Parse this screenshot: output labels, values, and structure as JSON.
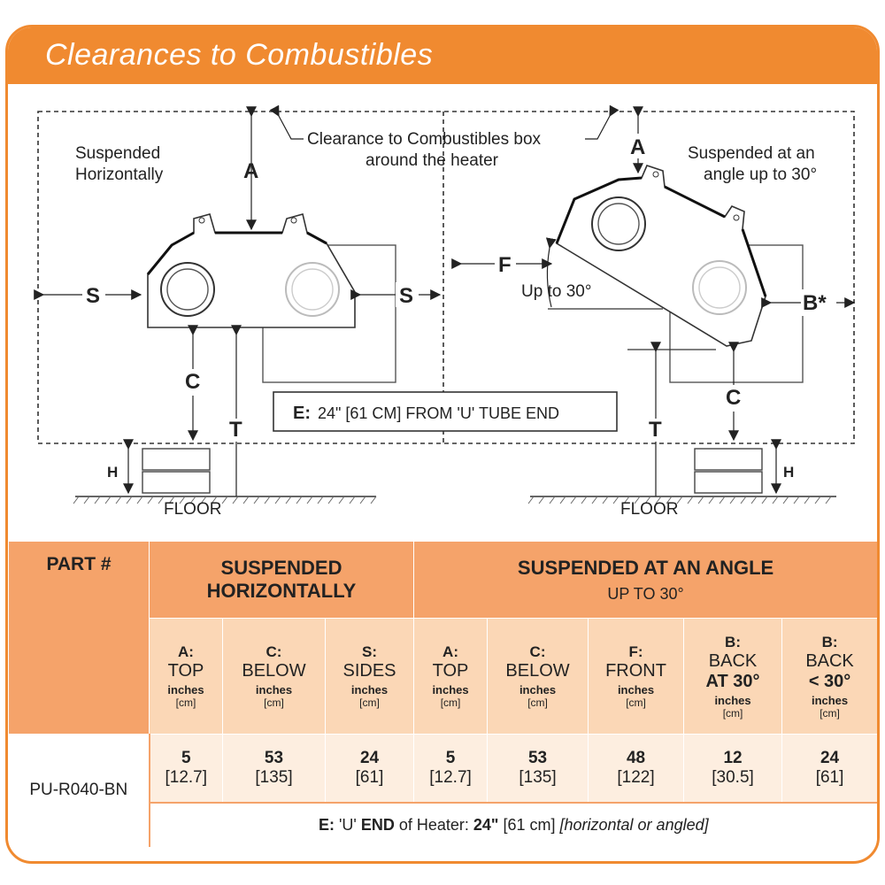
{
  "header": {
    "title": "Clearances to Combustibles"
  },
  "diagram": {
    "left_caption": [
      "Suspended",
      "Horizontally"
    ],
    "center_caption": [
      "Clearance to Combustibles box",
      "around the heater"
    ],
    "right_caption": [
      "Suspended at an",
      "angle up to 30°"
    ],
    "labels": {
      "A": "A",
      "S": "S",
      "C": "C",
      "T": "T",
      "H": "H",
      "F": "F",
      "B": "B*",
      "floor": "FLOOR",
      "up_to_30": "Up to 30°"
    },
    "e_box": {
      "prefix": "E:",
      "text": "24\" [61 CM] FROM 'U' TUBE END"
    }
  },
  "table": {
    "part_header": "PART #",
    "group_horizontal": [
      "SUSPENDED",
      "HORIZONTALLY"
    ],
    "group_angle": "SUSPENDED AT AN ANGLE",
    "group_angle_sub": "UP TO 30°",
    "columns": [
      {
        "key": "A:",
        "name": "TOP",
        "extra": "",
        "unit": "inches",
        "cm": "[cm]"
      },
      {
        "key": "C:",
        "name": "BELOW",
        "extra": "",
        "unit": "inches",
        "cm": "[cm]"
      },
      {
        "key": "S:",
        "name": "SIDES",
        "extra": "",
        "unit": "inches",
        "cm": "[cm]"
      },
      {
        "key": "A:",
        "name": "TOP",
        "extra": "",
        "unit": "inches",
        "cm": "[cm]"
      },
      {
        "key": "C:",
        "name": "BELOW",
        "extra": "",
        "unit": "inches",
        "cm": "[cm]"
      },
      {
        "key": "F:",
        "name": "FRONT",
        "extra": "",
        "unit": "inches",
        "cm": "[cm]"
      },
      {
        "key": "B:",
        "name": "BACK",
        "extra": "AT 30°",
        "unit": "inches",
        "cm": "[cm]"
      },
      {
        "key": "B:",
        "name": "BACK",
        "extra": "< 30°",
        "unit": "inches",
        "cm": "[cm]"
      }
    ],
    "part": "PU-R040-BN",
    "values": [
      {
        "in": "5",
        "cm": "[12.7]"
      },
      {
        "in": "53",
        "cm": "[135]"
      },
      {
        "in": "24",
        "cm": "[61]"
      },
      {
        "in": "5",
        "cm": "[12.7]"
      },
      {
        "in": "53",
        "cm": "[135]"
      },
      {
        "in": "48",
        "cm": "[122]"
      },
      {
        "in": "12",
        "cm": "[30.5]"
      },
      {
        "in": "24",
        "cm": "[61]"
      }
    ],
    "footer": {
      "e": "E:",
      "u_end": "'U' ",
      "end_word": "END",
      "of_heater": " of Heater: ",
      "value": "24\"",
      "cm": " [61 cm] ",
      "note": "[horizontal or angled]"
    }
  },
  "colors": {
    "accent": "#f08a30",
    "header_cell": "#f5a36a",
    "sub_cell": "#fbd7b6",
    "value_cell": "#fdeee0"
  }
}
